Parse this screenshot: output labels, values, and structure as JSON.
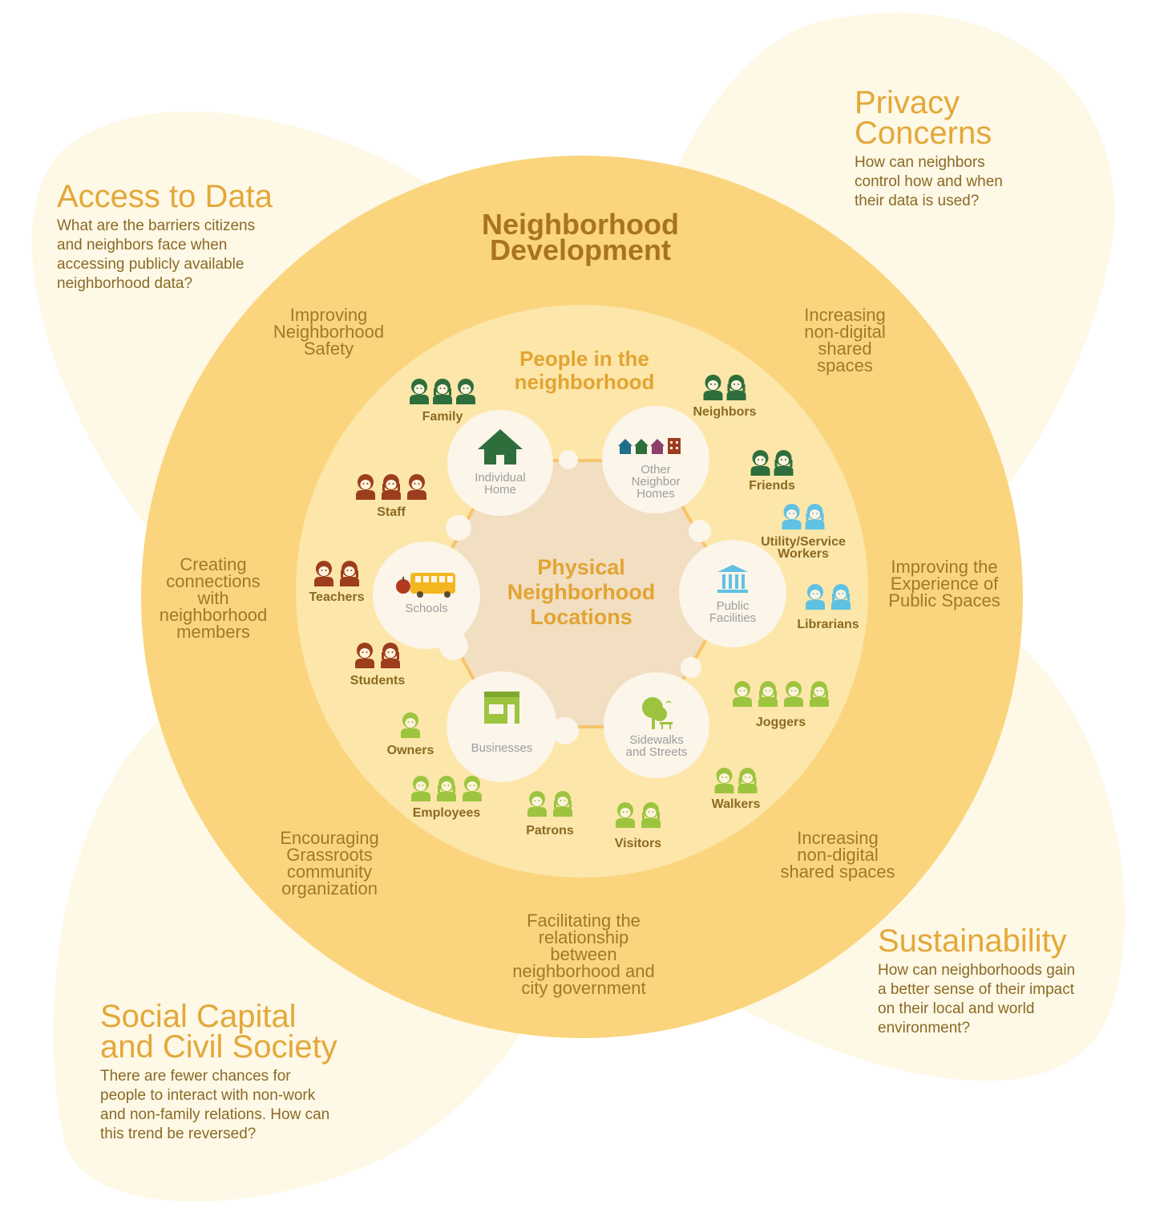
{
  "title": "Neighborhood\nDevelopment",
  "people_title": "People in the\nneighborhood",
  "center_title": "Physical\nNeighborhood\nLocations",
  "colors": {
    "outer_petal": "#FEF8E6",
    "outer_ring": "#FAD57E",
    "middle_ring": "#FDE6A9",
    "inner_hex": "#F2DEC1",
    "bubble": "#FBF5EA",
    "dark_green": "#2E6E3C",
    "brown_red": "#9C3D1E",
    "light_blue": "#5FC1E3",
    "lime_green": "#9DC43F",
    "title_brown": "#A8741C",
    "accent_gold": "#E2A432"
  },
  "corners": [
    {
      "id": "access",
      "title": "Access to Data",
      "desc": "What are the barriers citizens\nand neighbors face when\naccessing publicly available\nneighborhood data?"
    },
    {
      "id": "privacy",
      "title": "Privacy\nConcerns",
      "desc": "How can neighbors\ncontrol how and when\ntheir data is used?"
    },
    {
      "id": "sustainability",
      "title": "Sustainability",
      "desc": "How can neighborhoods gain\na better sense of their impact\non their local and world\nenvironment?"
    },
    {
      "id": "social",
      "title": "Social Capital\nand Civil Society",
      "desc": "There are fewer chances for\npeople to interact with non-work\nand non-family relations. How can\nthis trend be reversed?"
    }
  ],
  "ring_labels": [
    {
      "id": "safety",
      "text": "Improving\nNeighborhood\nSafety"
    },
    {
      "id": "spaces-top",
      "text": "Increasing\nnon-digital\nshared\nspaces"
    },
    {
      "id": "connections",
      "text": "Creating\nconnections\nwith\nneighborhood\nmembers"
    },
    {
      "id": "public-spaces",
      "text": "Improving the\nExperience of\nPublic Spaces"
    },
    {
      "id": "grassroots",
      "text": "Encouraging\nGrassroots\ncommunity\norganization"
    },
    {
      "id": "spaces-bottom",
      "text": "Increasing\nnon-digital\nshared spaces"
    },
    {
      "id": "government",
      "text": "Facilitating the\nrelationship\nbetween\nneighborhood and\ncity government"
    }
  ],
  "locations": [
    {
      "id": "home",
      "label": "Individual\nHome",
      "icon": "house-icon"
    },
    {
      "id": "other-homes",
      "label": "Other\nNeighbor\nHomes",
      "icon": "houses-icon"
    },
    {
      "id": "facilities",
      "label": "Public\nFacilities",
      "icon": "building-icon"
    },
    {
      "id": "streets",
      "label": "Sidewalks\nand Streets",
      "icon": "tree-bench-icon"
    },
    {
      "id": "businesses",
      "label": "Businesses",
      "icon": "storefront-icon"
    },
    {
      "id": "schools",
      "label": "Schools",
      "icon": "school-bus-icon"
    }
  ],
  "people": [
    {
      "id": "family",
      "label": "Family",
      "count": 3,
      "color": "dark_green"
    },
    {
      "id": "neighbors",
      "label": "Neighbors",
      "count": 2,
      "color": "dark_green"
    },
    {
      "id": "friends",
      "label": "Friends",
      "count": 2,
      "color": "dark_green"
    },
    {
      "id": "utility",
      "label": "Utility/Service\nWorkers",
      "count": 2,
      "color": "light_blue"
    },
    {
      "id": "librarians",
      "label": "Librarians",
      "count": 2,
      "color": "light_blue"
    },
    {
      "id": "staff",
      "label": "Staff",
      "count": 3,
      "color": "brown_red"
    },
    {
      "id": "teachers",
      "label": "Teachers",
      "count": 2,
      "color": "brown_red"
    },
    {
      "id": "students",
      "label": "Students",
      "count": 2,
      "color": "brown_red"
    },
    {
      "id": "joggers",
      "label": "Joggers",
      "count": 4,
      "color": "lime_green"
    },
    {
      "id": "walkers",
      "label": "Walkers",
      "count": 2,
      "color": "lime_green"
    },
    {
      "id": "visitors",
      "label": "Visitors",
      "count": 2,
      "color": "lime_green"
    },
    {
      "id": "patrons",
      "label": "Patrons",
      "count": 2,
      "color": "lime_green"
    },
    {
      "id": "employees",
      "label": "Employees",
      "count": 3,
      "color": "lime_green"
    },
    {
      "id": "owners",
      "label": "Owners",
      "count": 1,
      "color": "lime_green"
    }
  ]
}
